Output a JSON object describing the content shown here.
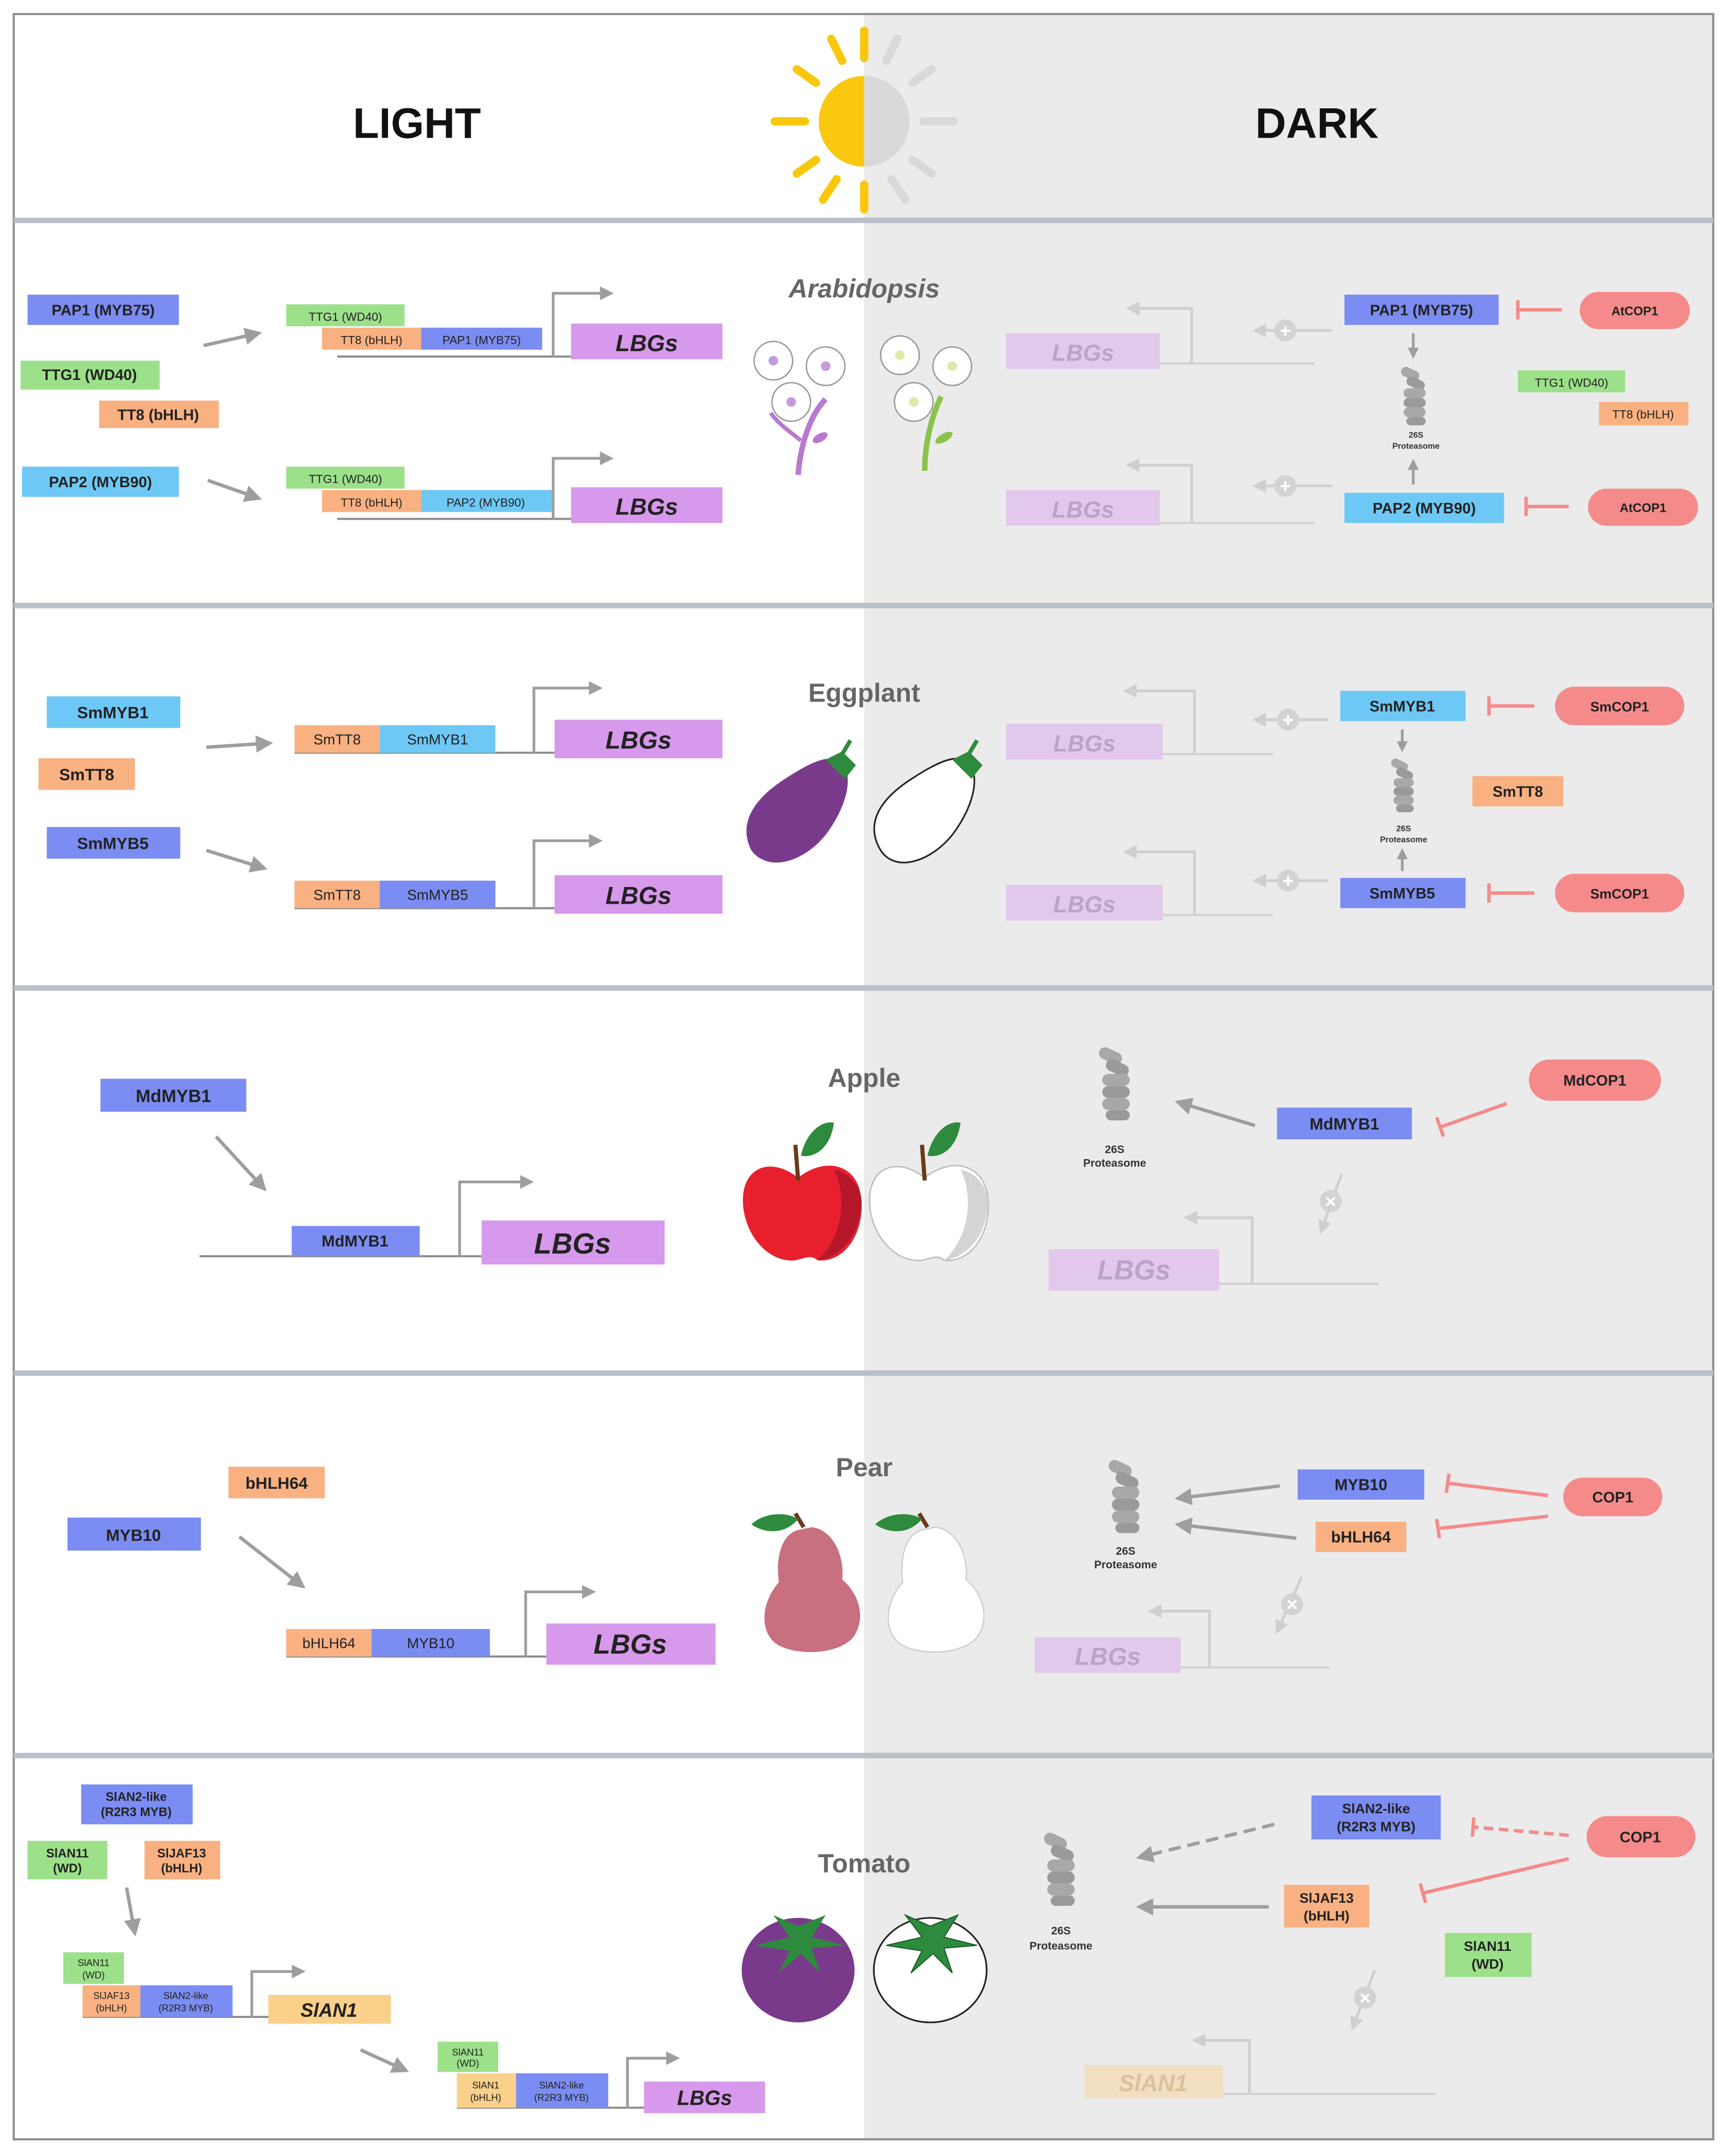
{
  "header": {
    "light_label": "LIGHT",
    "dark_label": "DARK"
  },
  "colors": {
    "myb_blue": "#7B8DF2",
    "myb_light_blue": "#6EC8F5",
    "wd40_green": "#9CE08A",
    "bhlh_orange": "#F9B182",
    "lbg_purple": "#D799EB",
    "cop1_red": "#F58A8A",
    "sian1_yellow": "#FBD08A",
    "arrow_gray": "#9E9E9E",
    "dark_panel_bg": "#EBEBEB",
    "divider": "#B9C0C8",
    "sun_yellow": "#F9C80E"
  },
  "common": {
    "lbgs": "LBGs",
    "proteasome_26s": "26S",
    "proteasome_word": "Proteasome",
    "plus_symbol": "+",
    "cross_symbol": "×"
  },
  "panels": {
    "arabidopsis": {
      "title": "Arabidopsis",
      "pap1": "PAP1 (MYB75)",
      "pap2": "PAP2 (MYB90)",
      "ttg1": "TTG1 (WD40)",
      "tt8": "TT8 (bHLH)",
      "cop1": "AtCOP1"
    },
    "eggplant": {
      "title": "Eggplant",
      "smmyb1": "SmMYB1",
      "smtt8": "SmTT8",
      "smmyb5": "SmMYB5",
      "cop1": "SmCOP1"
    },
    "apple": {
      "title": "Apple",
      "mdmyb1": "MdMYB1",
      "cop1": "MdCOP1"
    },
    "pear": {
      "title": "Pear",
      "bhlh64": "bHLH64",
      "myb10": "MYB10",
      "cop1": "COP1"
    },
    "tomato": {
      "title": "Tomato",
      "slan2_l1": "SlAN2-like",
      "slan2_l2": "(R2R3 MYB)",
      "slan11_l1": "SlAN11",
      "slan11_l2": "(WD)",
      "sljaf13_l1": "SlJAF13",
      "sljaf13_l2": "(bHLH)",
      "slan1_l1": "SlAN1",
      "slan1_l2": "(bHLH)",
      "slan1_gene": "SlAN1",
      "cop1": "COP1"
    }
  }
}
